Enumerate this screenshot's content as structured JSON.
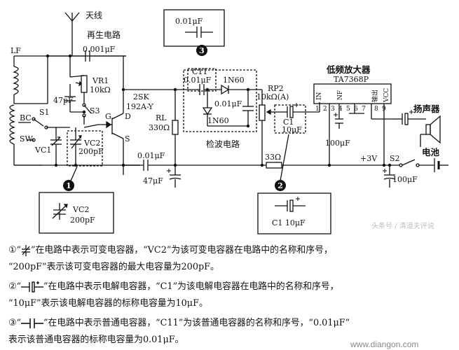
{
  "diagram": {
    "antenna_label": "天线",
    "regen_circuit_label": "再生电路",
    "lf_label": "LF",
    "c_top_label": "0.001μF",
    "vr1_label": "VR1",
    "vr1_value": "10kΩ",
    "s3_label": "S3",
    "c47p_label": "47pF",
    "transistor_label": "2SK",
    "transistor_model": "192A-Y",
    "gate_label": "G",
    "drain_label": "D",
    "source_label": "S",
    "bc_label": "BC",
    "sw_label": "SW",
    "s1_label": "S1",
    "vc1_label": "VC1",
    "vc2_label": "VC2",
    "vc2_value": "200pF",
    "c001_bottom_label": "0.01μF",
    "c47u_label": "47μF",
    "rl_label": "RL",
    "rl_value": "330Ω",
    "callout3_cap_label": "0.01μF",
    "c11_label": "C11",
    "c11_value": "0.01μF",
    "diode1_label": "1N60",
    "diode2_label": "1N60",
    "det_cap_label": "0.01μF",
    "detector_label": "检波电路",
    "rp2_label": "RP2",
    "rp2_value": "10kΩ(A)",
    "c1_label": "C1",
    "c1_value": "10μF",
    "amp_title": "低频放大器",
    "amp_model": "TA7368P",
    "amp_pins": [
      "1",
      "2",
      "3",
      "4",
      "5",
      "6",
      "7",
      "8",
      "9"
    ],
    "amp_in_label": "IN",
    "amp_nf_label": "NF",
    "amp_out_label": "输出",
    "amp_vcc_label": "VCC",
    "c100u_amp_label": "100μF",
    "speaker_label": "扬声器",
    "r33_label": "33Ω",
    "v3_label": "+3V",
    "s2_label": "S2",
    "battery_label": "电池",
    "c100u_supply_label": "100μF",
    "callout1_number": "1",
    "callout1_vc2": "VC2",
    "callout1_value": "200pF",
    "callout2_number": "2",
    "callout2_label": "C1 10μF",
    "callout3_number": "3",
    "watermark": "头条号 / 清道夫评说",
    "site": "www.diangon.com"
  },
  "notes": [
    {
      "prefix": "①“",
      "middle": "”在电路中表示可变电容器，“VC2”为该可变电容器在电路中的名称和序号，",
      "line2": "“200pF”表示该可变电容器的最大电容量为200pF。"
    },
    {
      "prefix": "②“",
      "middle": "”在电路中表示电解电容器，“C1”为该电解电容器在电路中的名称和序号，",
      "line2": "“10μF”表示该电解电容器的标称电容量为10μF。"
    },
    {
      "prefix": "③“",
      "middle": "”在电路中表示普通电容器，“C11”为该普通电容器的名称和序号，“0.01μF”",
      "line2": "表示该普通电容器的标称电容量为0.01μF。"
    }
  ]
}
